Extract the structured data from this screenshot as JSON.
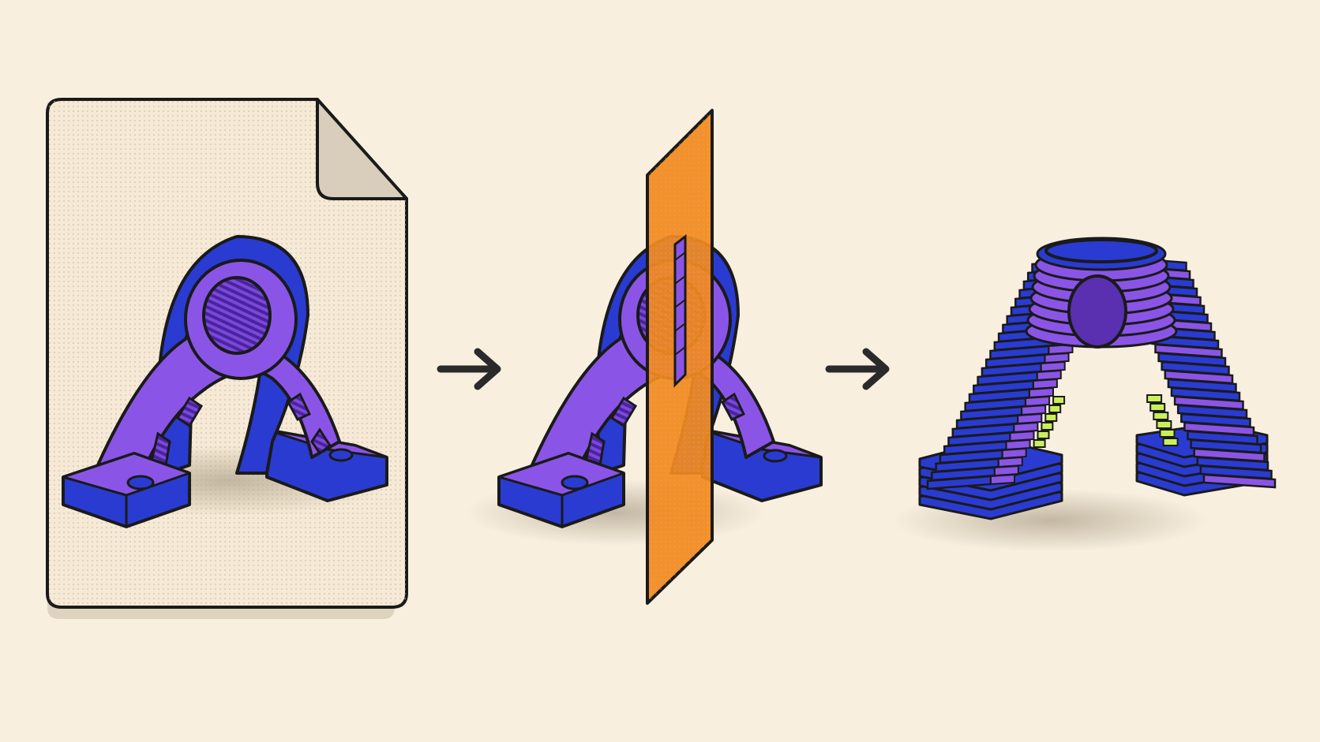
{
  "diagram": {
    "steps": [
      {
        "id": "model-file",
        "icon": "document-with-3d-part-icon"
      },
      {
        "id": "slicing-plane",
        "icon": "slicing-plane-icon"
      },
      {
        "id": "layered-part",
        "icon": "layered-3d-print-icon"
      }
    ],
    "arrows": [
      {
        "from": "model-file",
        "to": "slicing-plane",
        "icon": "arrow-right-icon"
      },
      {
        "from": "slicing-plane",
        "to": "layered-part",
        "icon": "arrow-right-icon"
      }
    ],
    "colors": {
      "background": "#f8efdf",
      "paper": "#f6ead6",
      "paper_fold": "#d9cebc",
      "outline": "#1a1a1a",
      "part_dark": "#2a3bd1",
      "part_light": "#8a55e6",
      "part_shade": "#5a2fb0",
      "plane": "#f28a1e",
      "infill": "#c9f05a",
      "shadow": "#cfc4b2"
    }
  }
}
